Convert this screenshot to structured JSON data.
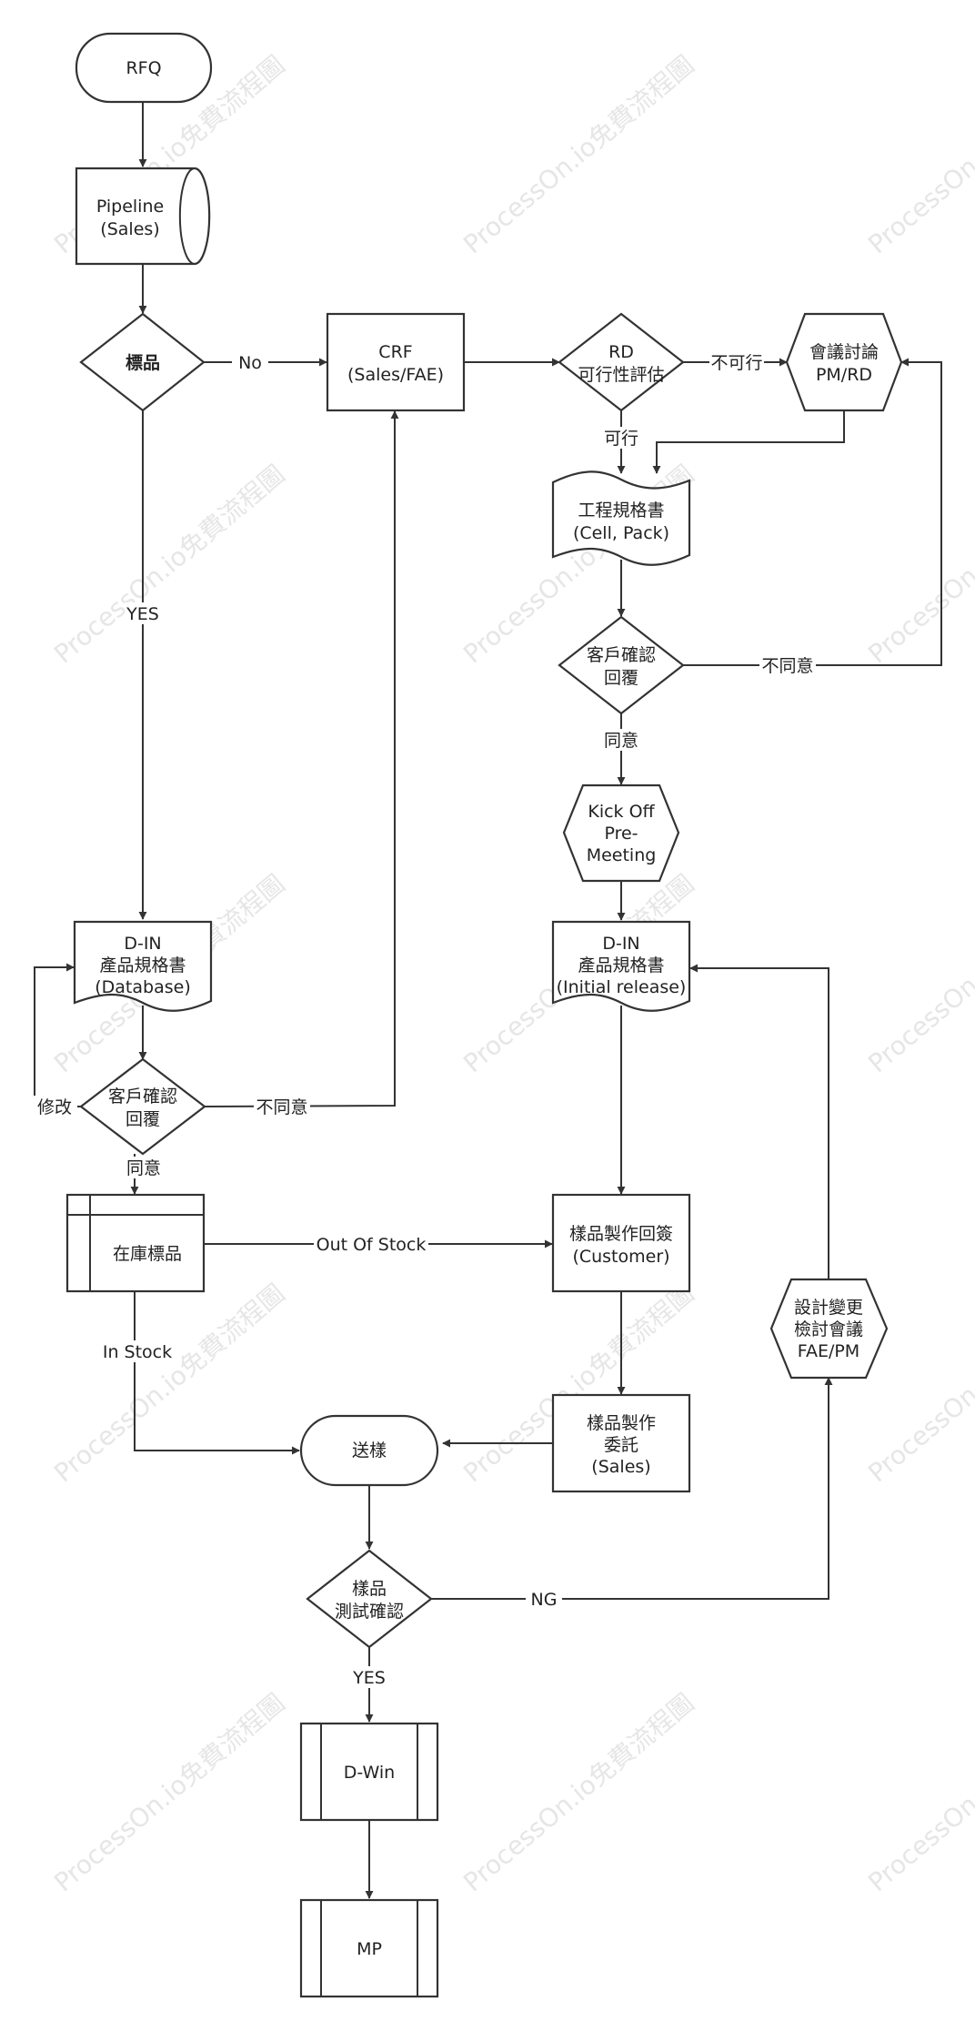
{
  "watermark": "ProcessOn.io免費流程圖",
  "nodes": {
    "rfq": [
      "RFQ"
    ],
    "pipeline": [
      "Pipeline",
      "(Sales)"
    ],
    "sample_q": [
      "標品"
    ],
    "crf": [
      "CRF",
      "(Sales/FAE)"
    ],
    "rd_eval": [
      "RD",
      "可行性評估"
    ],
    "meeting": [
      "會議討論",
      "PM/RD"
    ],
    "eng_spec": [
      "工程規格書",
      "(Cell, Pack)"
    ],
    "cust_confirm_right": [
      "客戶確認",
      "回覆"
    ],
    "kickoff": [
      "Kick Off",
      "Pre-",
      "Meeting"
    ],
    "din_right": [
      "D-IN",
      "產品規格書",
      "(Initial release)"
    ],
    "din_left": [
      "D-IN",
      "產品規格書",
      "(Database)"
    ],
    "cust_confirm_left": [
      "客戶確認",
      "回覆"
    ],
    "stock": [
      "在庫標品"
    ],
    "sample_sign": [
      "樣品製作回簽",
      "(Customer)"
    ],
    "design_change": [
      "設計變更",
      "檢討會議",
      "FAE/PM"
    ],
    "sample_order": [
      "樣品製作",
      "委託",
      "(Sales)"
    ],
    "send_sample": [
      "送樣"
    ],
    "sample_test": [
      "樣品",
      "測試確認"
    ],
    "dwin": [
      "D-Win"
    ],
    "mp": [
      "MP"
    ]
  },
  "edge_labels": {
    "no": "No",
    "yes_left": "YES",
    "not_feasible": "不可行",
    "feasible": "可行",
    "disagree_right": "不同意",
    "agree_right": "同意",
    "modify": "修改",
    "disagree_left": "不同意",
    "agree_left": "同意",
    "out_of_stock": "Out Of Stock",
    "in_stock": "In Stock",
    "ng": "NG",
    "yes_bottom": "YES"
  }
}
